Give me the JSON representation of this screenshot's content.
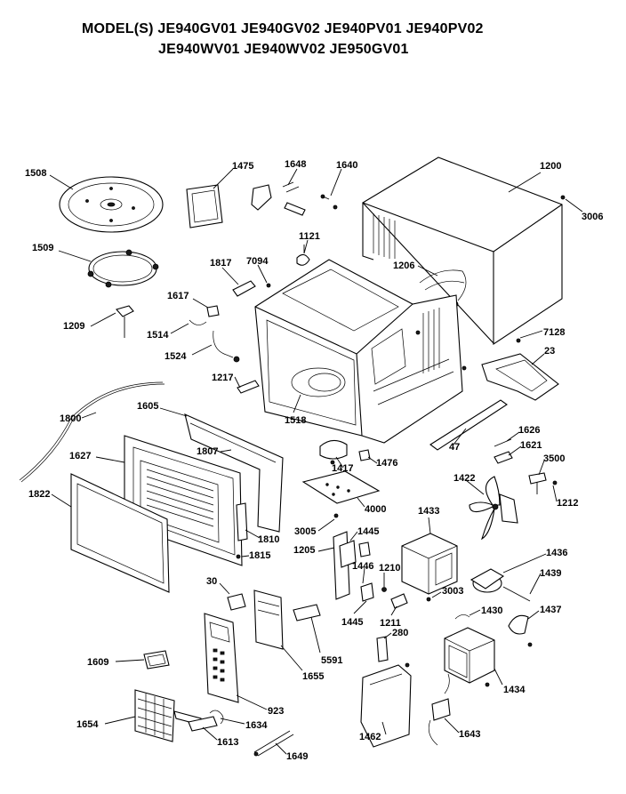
{
  "header": {
    "line1": "MODEL(S) JE940GV01  JE940GV02  JE940PV01  JE940PV02",
    "line2": "JE940WV01  JE940WV02  JE950GV01"
  },
  "labels": [
    {
      "id": "p1508",
      "text": "1508"
    },
    {
      "id": "p1475",
      "text": "1475"
    },
    {
      "id": "p1648",
      "text": "1648"
    },
    {
      "id": "p1640",
      "text": "1640"
    },
    {
      "id": "p1200",
      "text": "1200"
    },
    {
      "id": "p3006",
      "text": "3006"
    },
    {
      "id": "p1509",
      "text": "1509"
    },
    {
      "id": "p1121",
      "text": "1121"
    },
    {
      "id": "p1817",
      "text": "1817"
    },
    {
      "id": "p7094",
      "text": "7094"
    },
    {
      "id": "p1206",
      "text": "1206"
    },
    {
      "id": "p1617",
      "text": "1617"
    },
    {
      "id": "p1209",
      "text": "1209"
    },
    {
      "id": "p1514",
      "text": "1514"
    },
    {
      "id": "p7128",
      "text": "7128"
    },
    {
      "id": "p23",
      "text": "23"
    },
    {
      "id": "p1524",
      "text": "1524"
    },
    {
      "id": "p1217",
      "text": "1217"
    },
    {
      "id": "p1800",
      "text": "1800"
    },
    {
      "id": "p1605",
      "text": "1605"
    },
    {
      "id": "p1518",
      "text": "1518"
    },
    {
      "id": "p1627",
      "text": "1627"
    },
    {
      "id": "p1807",
      "text": "1807"
    },
    {
      "id": "p1417",
      "text": "1417"
    },
    {
      "id": "p1476",
      "text": "1476"
    },
    {
      "id": "p47",
      "text": "47"
    },
    {
      "id": "p1626",
      "text": "1626"
    },
    {
      "id": "p1621",
      "text": "1621"
    },
    {
      "id": "p3500",
      "text": "3500"
    },
    {
      "id": "p1822",
      "text": "1822"
    },
    {
      "id": "p1422",
      "text": "1422"
    },
    {
      "id": "p1212",
      "text": "1212"
    },
    {
      "id": "p4000",
      "text": "4000"
    },
    {
      "id": "p3005",
      "text": "3005"
    },
    {
      "id": "p1433",
      "text": "1433"
    },
    {
      "id": "p1445a",
      "text": "1445"
    },
    {
      "id": "p1810",
      "text": "1810"
    },
    {
      "id": "p1205",
      "text": "1205"
    },
    {
      "id": "p1815",
      "text": "1815"
    },
    {
      "id": "p1436",
      "text": "1436"
    },
    {
      "id": "p1446",
      "text": "1446"
    },
    {
      "id": "p1210",
      "text": "1210"
    },
    {
      "id": "p30",
      "text": "30"
    },
    {
      "id": "p1439",
      "text": "1439"
    },
    {
      "id": "p3003",
      "text": "3003"
    },
    {
      "id": "p1445b",
      "text": "1445"
    },
    {
      "id": "p1211",
      "text": "1211"
    },
    {
      "id": "p1430",
      "text": "1430"
    },
    {
      "id": "p1437",
      "text": "1437"
    },
    {
      "id": "p280",
      "text": "280"
    },
    {
      "id": "p5591",
      "text": "5591"
    },
    {
      "id": "p1609",
      "text": "1609"
    },
    {
      "id": "p1655",
      "text": "1655"
    },
    {
      "id": "p1434",
      "text": "1434"
    },
    {
      "id": "p923",
      "text": "923"
    },
    {
      "id": "p1654",
      "text": "1654"
    },
    {
      "id": "p1634",
      "text": "1634"
    },
    {
      "id": "p1643",
      "text": "1643"
    },
    {
      "id": "p1613",
      "text": "1613"
    },
    {
      "id": "p1462",
      "text": "1462"
    },
    {
      "id": "p1649",
      "text": "1649"
    }
  ]
}
